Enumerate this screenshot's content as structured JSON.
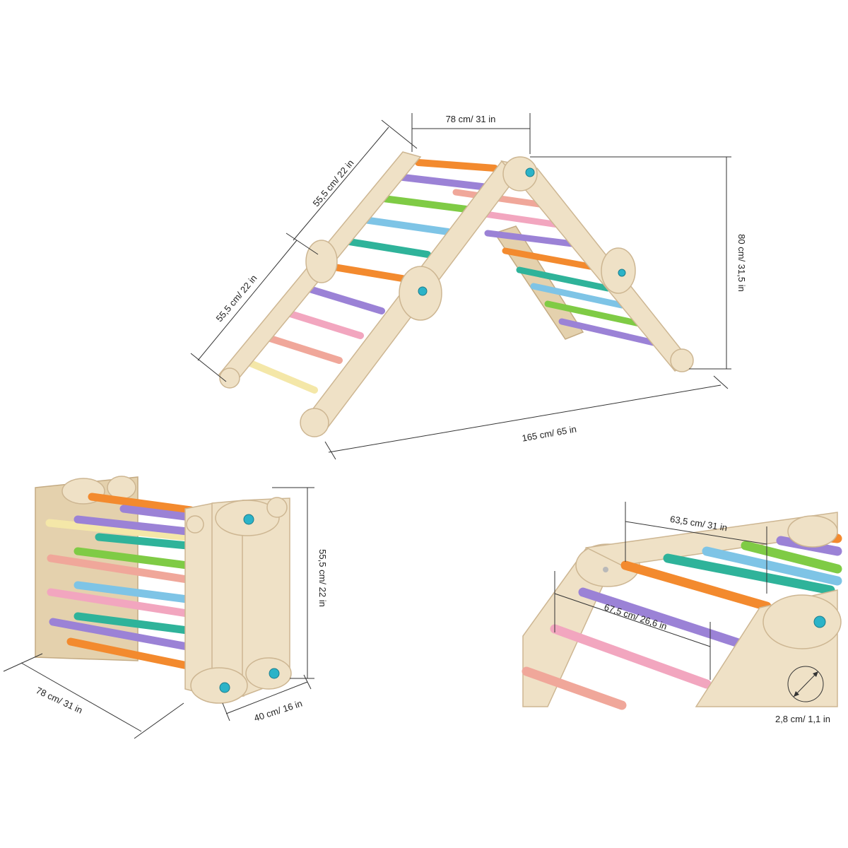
{
  "colors": {
    "orange": "#f38a2e",
    "purple": "#9b82d6",
    "green": "#7fcb45",
    "blue": "#7ec4e6",
    "teal": "#2fb39a",
    "pink": "#f2a6bf",
    "salmon": "#f0a79a",
    "cream": "#f4e7a8",
    "wood": "#efe1c6"
  },
  "views": {
    "triangle": {
      "dim_top": "78 cm/ 31 in",
      "dim_upper_leg": "55,5 cm/ 22 in",
      "dim_lower_leg": "55,5 cm/ 22 in",
      "dim_height": "80 cm/ 31,5 in",
      "dim_base": "165 cm/ 65 in"
    },
    "folded": {
      "dim_width": "78 cm/ 31 in",
      "dim_depth": "40 cm/ 16 in",
      "dim_height": "55,5 cm/ 22 in"
    },
    "detail": {
      "dim_inner": "63,5 cm/ 31 in",
      "dim_rung": "67,5 cm/ 26,6 in",
      "dim_diameter": "2,8 cm/ 1,1 in"
    }
  }
}
